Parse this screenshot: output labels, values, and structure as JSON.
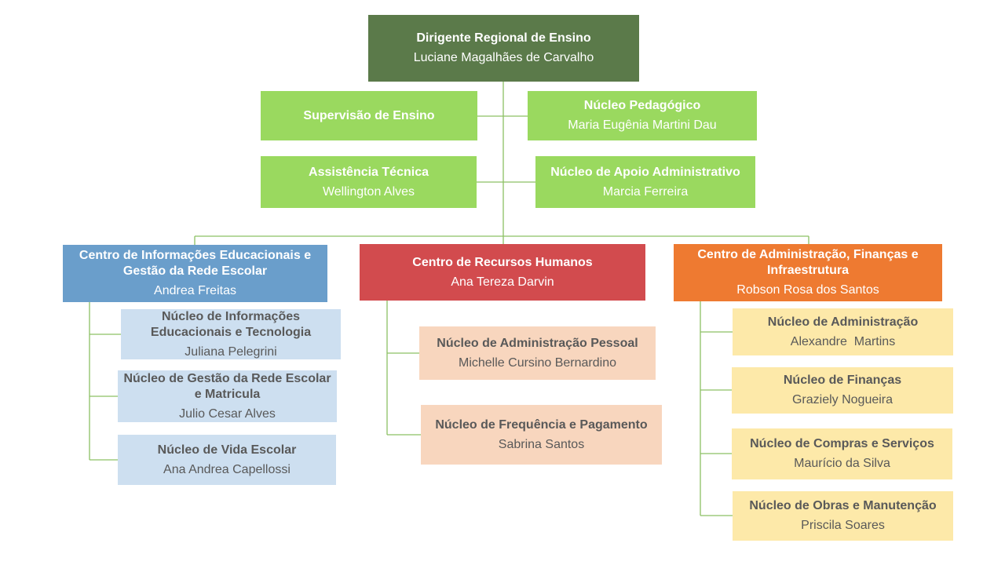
{
  "head": {
    "title": "Dirigente Regional de Ensino",
    "name": "Luciane Magalhães de Carvalho"
  },
  "staff": {
    "supervisao": {
      "title": "Supervisão de Ensino"
    },
    "nucleo_pedagogico": {
      "title": "Núcleo Pedagógico",
      "name": "Maria Eugênia Martini Dau"
    },
    "assistencia": {
      "title": "Assistência Técnica",
      "name": "Wellington Alves"
    },
    "apoio_admin": {
      "title": "Núcleo de Apoio Administrativo",
      "name": "Marcia Ferreira"
    }
  },
  "centers": {
    "info": {
      "title": "Centro de Informações Educacionais e Gestão da Rede Escolar",
      "name": "Andrea Freitas",
      "units": [
        {
          "title": "Núcleo de Informações Educacionais e Tecnologia",
          "name": "Juliana Pelegrini"
        },
        {
          "title": "Núcleo de Gestão da Rede Escolar e Matricula",
          "name": "Julio Cesar Alves"
        },
        {
          "title": "Núcleo de Vida Escolar",
          "name": "Ana Andrea Capellossi"
        }
      ]
    },
    "rh": {
      "title": "Centro de Recursos Humanos",
      "name": "Ana Tereza Darvin",
      "units": [
        {
          "title": "Núcleo de Administração Pessoal",
          "name": "Michelle Cursino Bernardino"
        },
        {
          "title": "Núcleo de Frequência e Pagamento",
          "name": "Sabrina Santos"
        }
      ]
    },
    "admin": {
      "title": "Centro de Administração, Finanças e Infraestrutura",
      "name": "Robson Rosa dos Santos",
      "units": [
        {
          "title": "Núcleo de Administração",
          "name": "Alexandre  Martins"
        },
        {
          "title": "Núcleo de Finanças",
          "name": "Graziely Nogueira"
        },
        {
          "title": "Núcleo de Compras e Serviços",
          "name": "Maurício da Silva"
        },
        {
          "title": "Núcleo de Obras e Manutenção",
          "name": "Priscila Soares"
        }
      ]
    }
  },
  "colors": {
    "head": "#5b7a4a",
    "staff": "#9ad95f",
    "connector": "#8cc063",
    "center_info": "#6a9ecb",
    "center_rh": "#d24b4e",
    "center_admin": "#ee7a31",
    "unit_info": "#cddff0",
    "unit_rh": "#f8d6be",
    "unit_admin": "#fde9a9"
  }
}
